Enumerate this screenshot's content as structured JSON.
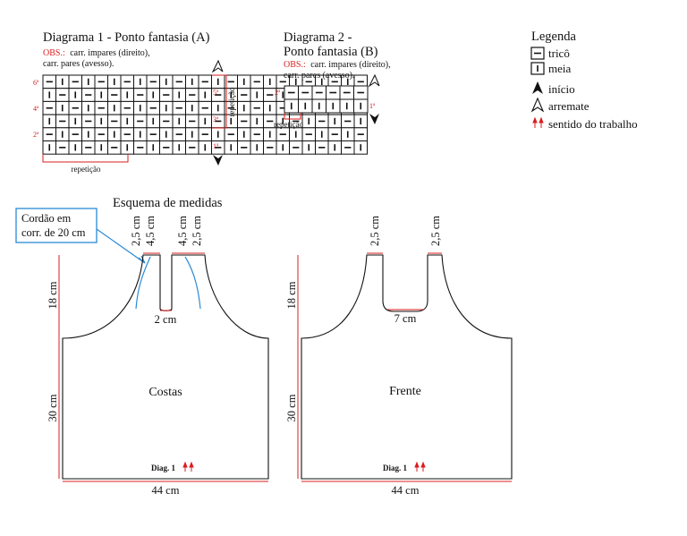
{
  "colors": {
    "accent_red": "#d81e1e",
    "cord_blue": "#2a8ad6",
    "ink": "#111111"
  },
  "diagram1": {
    "title": "Diagrama 1 - Ponto fantasia (A)",
    "obs_label": "OBS.:",
    "obs_line1": "carr. impares (direito),",
    "obs_line2": "carr. pares (avesso).",
    "row_labels": {
      "r6": "6ª",
      "r5": "5ª",
      "r4": "4ª",
      "r3": "3ª",
      "r2": "2ª",
      "r1": "1ª"
    },
    "side_label": "repetição",
    "bottom_label": "repetição",
    "grid": [
      "-|-|-|-|-|-|-|-|-|-|-|-|-",
      "|-|-|-|-|-|-|-|-|-|-|-|-|",
      "-|-|-|-|-|-|-|-|-|-|-|-|-",
      "|-|-|-|-|-|-|-|-|-|-|-|-|",
      "-|-|-|-|-|-|-|-|-|-|-|-|-",
      "|-|-|-|-|-|-|-|-|-|-|-|-|"
    ]
  },
  "diagram2": {
    "title_line1": "Diagrama 2 -",
    "title_line2": "Ponto fantasia (B)",
    "obs_label": "OBS.:",
    "obs_line1": "carr. impares (direito),",
    "obs_line2": "carr. pares (avesso).",
    "row_labels": {
      "r2": "2ª",
      "r1": "1ª"
    },
    "bottom_label": "repetição"
  },
  "legend": {
    "title": "Legenda",
    "items": [
      {
        "icon": "purl-symbol-icon",
        "label": "tricô"
      },
      {
        "icon": "knit-symbol-icon",
        "label": "meia"
      },
      {
        "icon": "start-arrow-icon",
        "label": "início"
      },
      {
        "icon": "bind-off-arrow-icon",
        "label": "arremate"
      },
      {
        "icon": "work-direction-arrows-icon",
        "label": "sentido do trabalho"
      }
    ]
  },
  "measurements": {
    "title": "Esquema de medidas",
    "cord_note_line1": "Cordão em",
    "cord_note_line2": "corr. de 20 cm",
    "back": {
      "label": "Costas",
      "strap1": "2,5 cm",
      "neck1": "4,5 cm",
      "neck2": "4,5 cm",
      "strap2": "2,5 cm",
      "armhole": "18 cm",
      "body": "30 cm",
      "neck_bottom": "2 cm",
      "width": "44 cm",
      "diag_label": "Diag. 1"
    },
    "front": {
      "label": "Frente",
      "strap1": "2,5 cm",
      "strap2": "2,5 cm",
      "armhole": "18 cm",
      "body": "30 cm",
      "neck_bottom": "7 cm",
      "width": "44 cm",
      "diag_label": "Diag. 1"
    }
  }
}
